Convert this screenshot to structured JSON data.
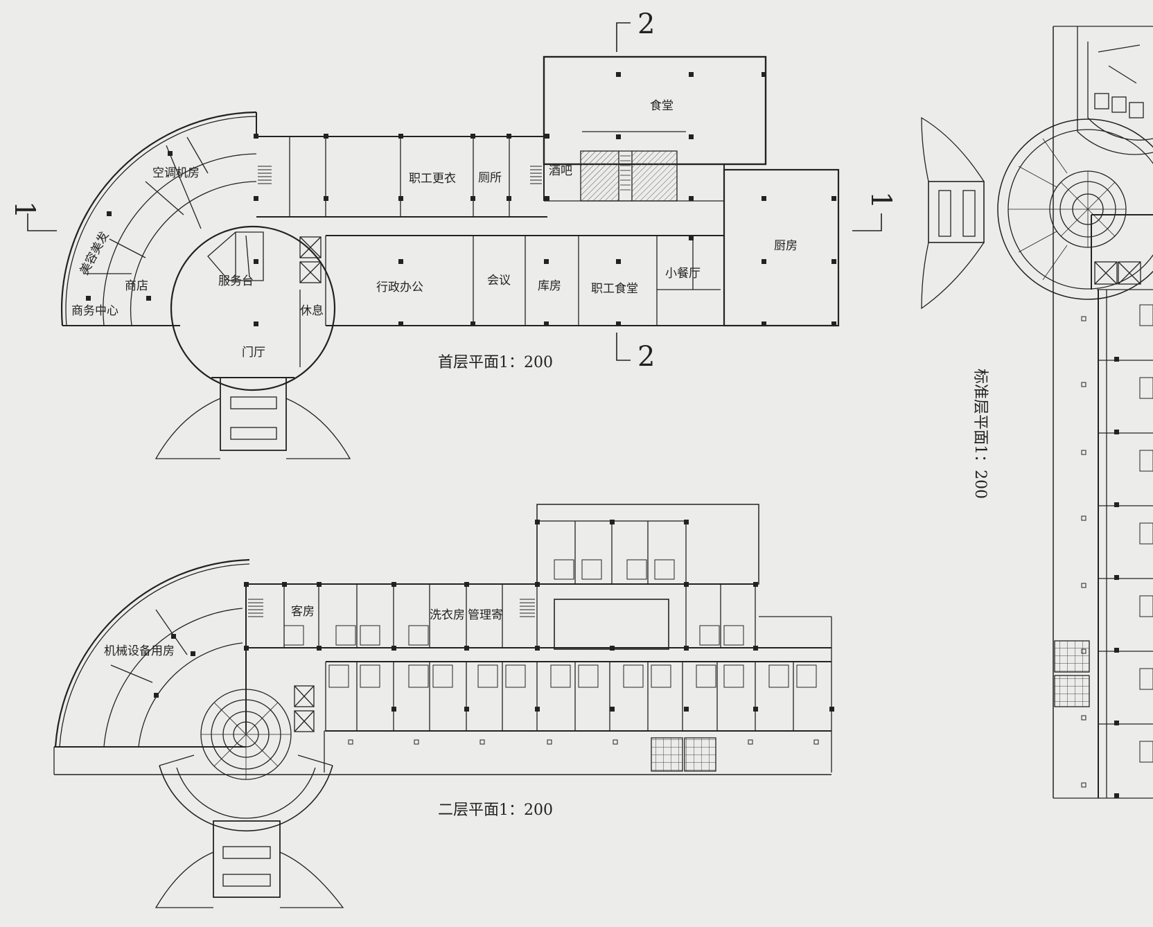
{
  "section_marks": {
    "num2_top": "2",
    "num2_bottom": "2",
    "num1_left": "1",
    "num1_right": "1"
  },
  "ground_floor": {
    "title": "首层平面1：200",
    "rooms": {
      "canteen": "食堂",
      "ac_room": "空调机房",
      "staff_locker": "职工更衣",
      "toilet": "厕所",
      "bar": "酒吧",
      "beauty_salon": "美容美发",
      "kitchen": "厨房",
      "shop": "商店",
      "service_desk": "服务台",
      "admin_office": "行政办公",
      "meeting": "会议",
      "storage": "库房",
      "staff_canteen": "职工食堂",
      "small_dining": "小餐厅",
      "business_center": "商务中心",
      "rest": "休息",
      "lobby": "门厅"
    }
  },
  "second_floor": {
    "title": "二层平面1：200",
    "rooms": {
      "guest_room": "客房",
      "laundry": "洗衣房",
      "management": "管理寄",
      "mechanical": "机械设备用房"
    }
  },
  "standard_floor": {
    "title": "标准层平面1：200"
  }
}
